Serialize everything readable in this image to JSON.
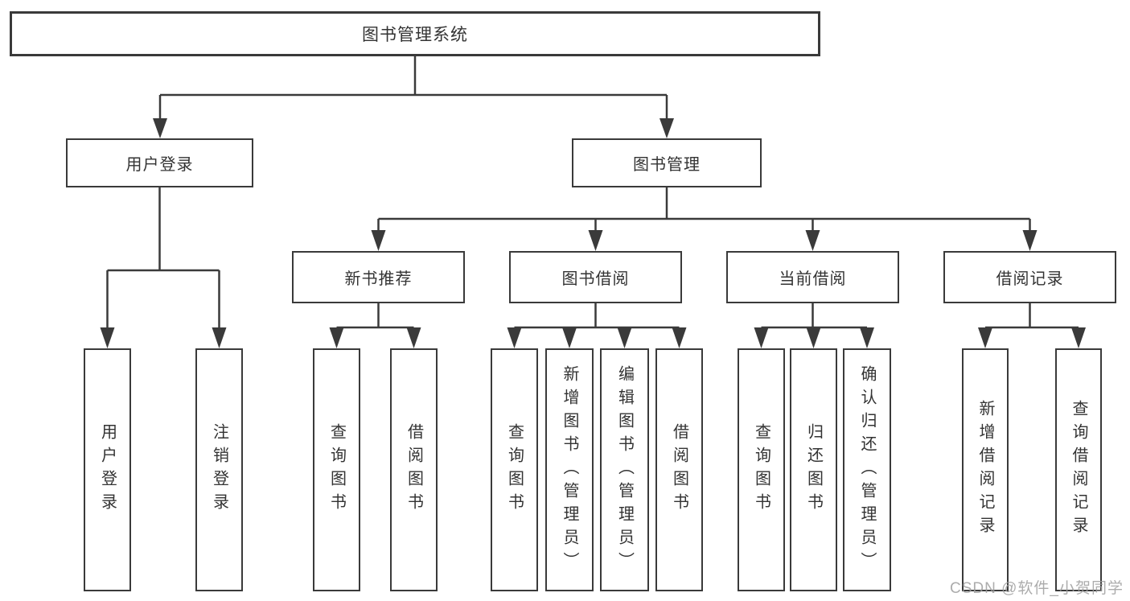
{
  "diagram": {
    "root": {
      "label": "图书管理系统"
    },
    "level2": [
      {
        "label": "用户登录"
      },
      {
        "label": "图书管理"
      }
    ],
    "level3": [
      {
        "label": "新书推荐",
        "parent": "图书管理"
      },
      {
        "label": "图书借阅",
        "parent": "图书管理"
      },
      {
        "label": "当前借阅",
        "parent": "图书管理"
      },
      {
        "label": "借阅记录",
        "parent": "图书管理"
      }
    ],
    "leaf_groups": [
      {
        "parent": "用户登录",
        "items": [
          "用户登录",
          "注销登录"
        ]
      },
      {
        "parent": "新书推荐",
        "items": [
          "查询图书",
          "借阅图书"
        ]
      },
      {
        "parent": "图书借阅",
        "items": [
          "查询图书",
          "新增图书（管理员）",
          "编辑图书（管理员）",
          "借阅图书"
        ]
      },
      {
        "parent": "当前借阅",
        "items": [
          "查询图书",
          "归还图书",
          "确认归还（管理员）"
        ]
      },
      {
        "parent": "借阅记录",
        "items": [
          "新增借阅记录",
          "查询借阅记录"
        ]
      }
    ],
    "watermark": "CSDN @软件_小贺同学",
    "colors": {
      "line": "#3a3a3a",
      "text": "#333333",
      "watermark": "#9e9e9e",
      "background": "#ffffff"
    }
  }
}
